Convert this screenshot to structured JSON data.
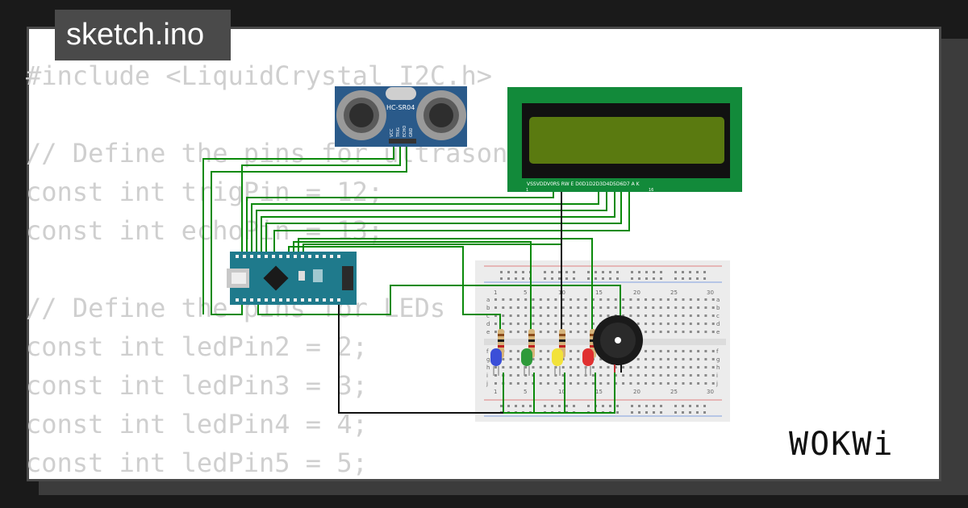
{
  "header": {
    "filename": "sketch.ino"
  },
  "code_lines": [
    "#include <LiquidCrystal_I2C.h>",
    "",
    "// Define the pins for ultrasonic sensor",
    "const int trigPin = 12;",
    "const int echoPin = 13;",
    "",
    "// Define the pins for LEDs",
    "const int ledPin2 = 2;",
    "const int ledPin3 = 3;",
    "const int ledPin4 = 4;",
    "const int ledPin5 = 5;"
  ],
  "sensor": {
    "model": "HC-SR04",
    "pins": [
      "VCC",
      "TRIG",
      "ECHO",
      "GND"
    ]
  },
  "lcd": {
    "pin_labels": "VSSVDDV0RS RW E D0D1D2D3D4D5D6D7 A K",
    "pin_first": "1",
    "pin_last": "16"
  },
  "breadboard": {
    "columns_top": [
      "1",
      "5",
      "10",
      "15",
      "20",
      "25",
      "30"
    ],
    "columns_bottom": [
      "1",
      "5",
      "10",
      "15",
      "20",
      "25",
      "30"
    ],
    "rows_left": [
      "a",
      "b",
      "c",
      "d",
      "e",
      "f",
      "g",
      "h",
      "i",
      "j"
    ],
    "rows_right": [
      "a",
      "b",
      "c",
      "d",
      "e",
      "f",
      "g",
      "h",
      "i",
      "j"
    ]
  },
  "leds": [
    {
      "color": "blue",
      "hex": "#3b4fd8"
    },
    {
      "color": "green",
      "hex": "#2e9a3a"
    },
    {
      "color": "yellow",
      "hex": "#f2e23a"
    },
    {
      "color": "red",
      "hex": "#e03030"
    }
  ],
  "colors": {
    "wire": "#0a8a0a",
    "ground_wire": "#111111",
    "lcd_board": "#128a3a",
    "lcd_screen": "#5a7a10",
    "arduino": "#1f7a8c",
    "sensor_board": "#2a5a8a"
  },
  "brand": {
    "logo_text": "WOKWi"
  }
}
